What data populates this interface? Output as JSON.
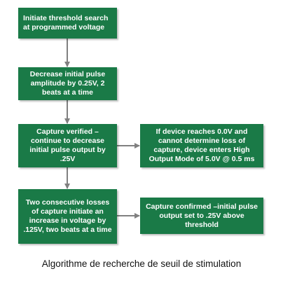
{
  "colors": {
    "box_fill": "#1a7a47",
    "arrow": "#808080",
    "text": "#ffffff"
  },
  "boxes": {
    "initiate": "Initiate threshold search at programmed  voltage",
    "decrease": "Decrease initial pulse amplitude by 0.25V, 2 beats at a time",
    "capture_verified": "Capture verified – continue to decrease initial pulse output by .25V",
    "high_output": "If device reaches 0.0V and cannot determine loss of capture, device enters High Output Mode of 5.0V @ 0.5 ms",
    "two_losses": "Two consecutive losses of capture initiate  an increase in voltage by .125V, two beats at a time",
    "capture_confirmed": "Capture confirmed –initial pulse output set to .25V above threshold"
  },
  "caption": "Algorithme de recherche de seuil de stimulation"
}
